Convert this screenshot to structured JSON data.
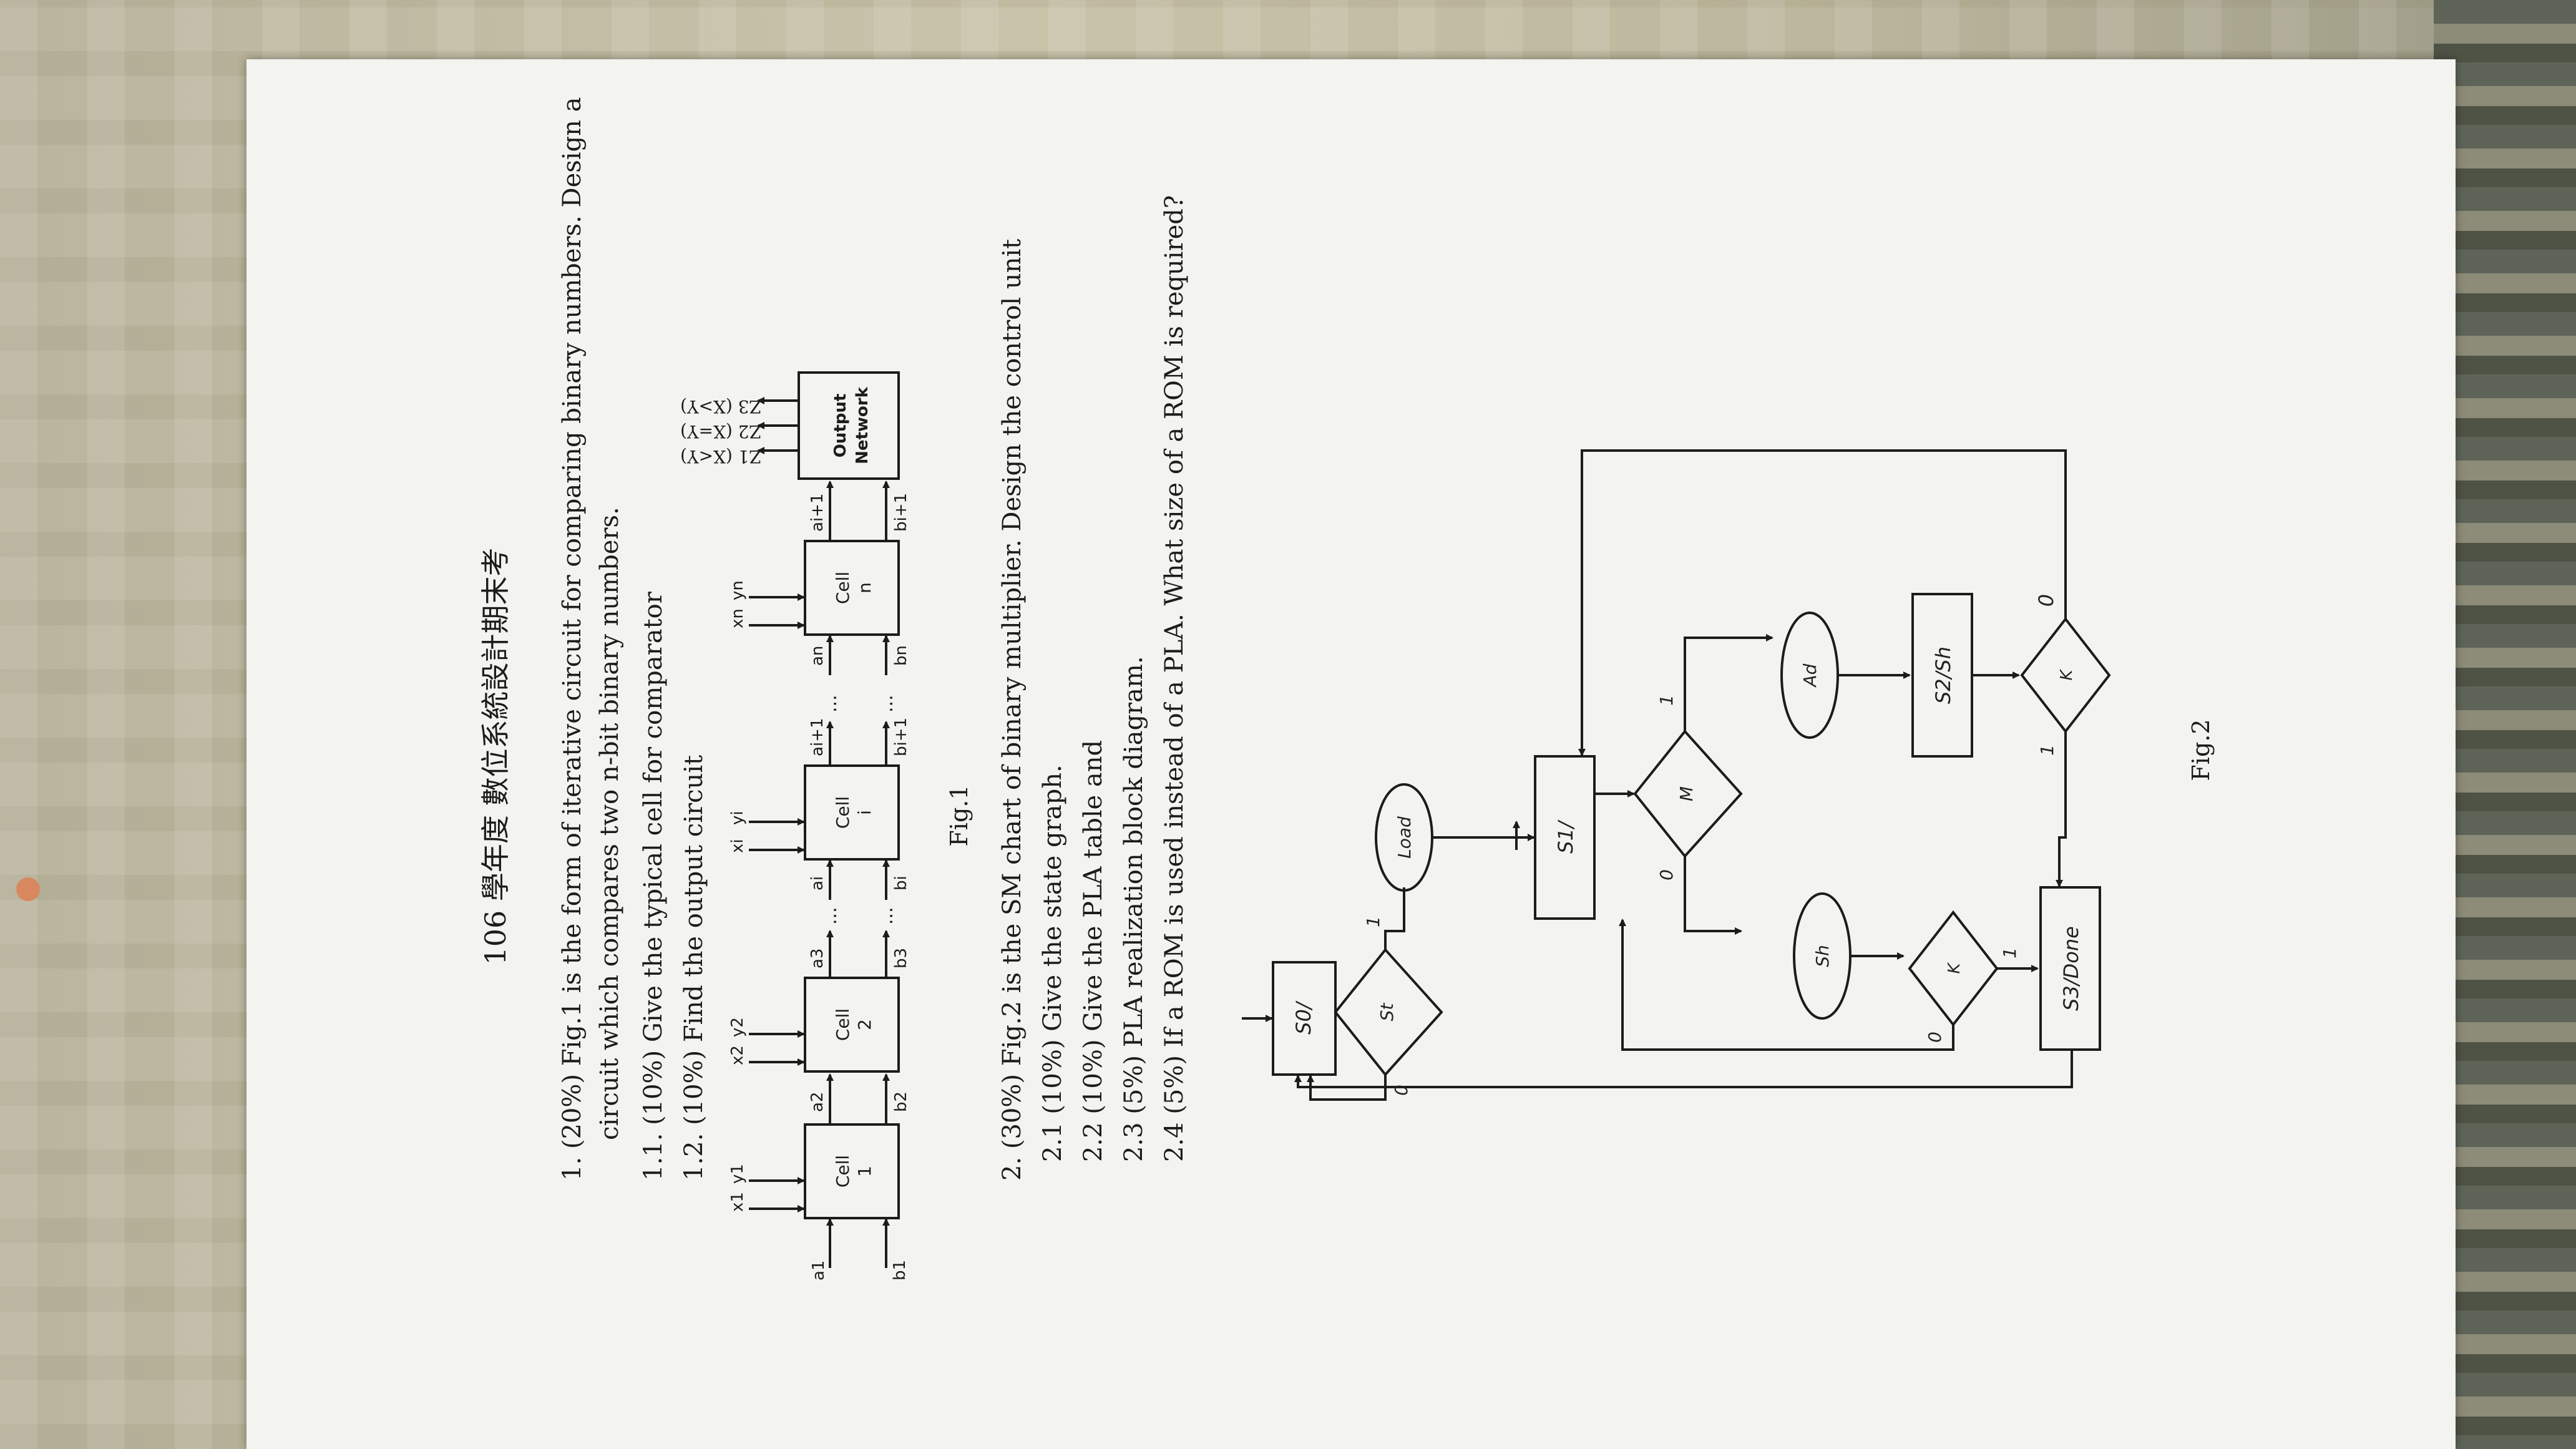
{
  "exam": {
    "title": "106 學年度  數位系統設計期末考",
    "q1": {
      "line1": "1.  (20%) Fig.1 is the form of iterative circuit for comparing binary numbers. Design a",
      "line2": "circuit which compares two n-bit binary numbers.",
      "sub1": "1.1.  (10%) Give the typical cell for comparator",
      "sub2": "1.2.  (10%) Find the output circuit"
    },
    "fig1": {
      "caption": "Fig.1",
      "cells": [
        {
          "label1": "Cell",
          "label2": "1",
          "x": "x1",
          "y": "y1",
          "a_in": "a1",
          "b_in": "b1",
          "a_out": "a2",
          "b_out": "b2"
        },
        {
          "label1": "Cell",
          "label2": "2",
          "x": "x2",
          "y": "y2",
          "a_out": "a3",
          "b_out": "b3"
        },
        {
          "label1": "Cell",
          "label2": "i",
          "x": "xi",
          "y": "yi",
          "a_in": "ai",
          "b_in": "bi",
          "a_out": "ai+1",
          "b_out": "bi+1"
        },
        {
          "label1": "Cell",
          "label2": "n",
          "x": "xn",
          "y": "yn",
          "a_in": "an",
          "b_in": "bn",
          "a_out": "ai+1",
          "b_out": "bi+1"
        }
      ],
      "ellipsis": "...",
      "output_network": {
        "line1": "Output",
        "line2": "Network"
      },
      "outputs": [
        "Z1  (X<Y)",
        "Z2  (X=Y)",
        "Z3  (X>Y)"
      ]
    },
    "q2": {
      "line1": "2.  (30%) Fig.2 is the SM chart of binary multiplier. Design the control unit",
      "sub1": "2.1 (10%) Give the state graph.",
      "sub2": "2.2 (10%) Give the PLA table and",
      "sub3": "2.3 (5%) PLA realization block diagram.",
      "sub4": "2.4 (5%) If a ROM is used instead of a PLA. What size of a ROM is required?"
    },
    "fig2": {
      "caption": "Fig.2",
      "states": {
        "s0": "S0/",
        "s1": "S1/",
        "s2": "S2/Sh",
        "s3": "S3/Done"
      },
      "decisions": {
        "st": "St",
        "m": "M",
        "k1": "K",
        "k2": "K"
      },
      "outputs": {
        "load": "Load",
        "sh": "Sh",
        "ad": "Ad"
      },
      "branch_labels": {
        "zero": "0",
        "one": "1"
      }
    }
  }
}
